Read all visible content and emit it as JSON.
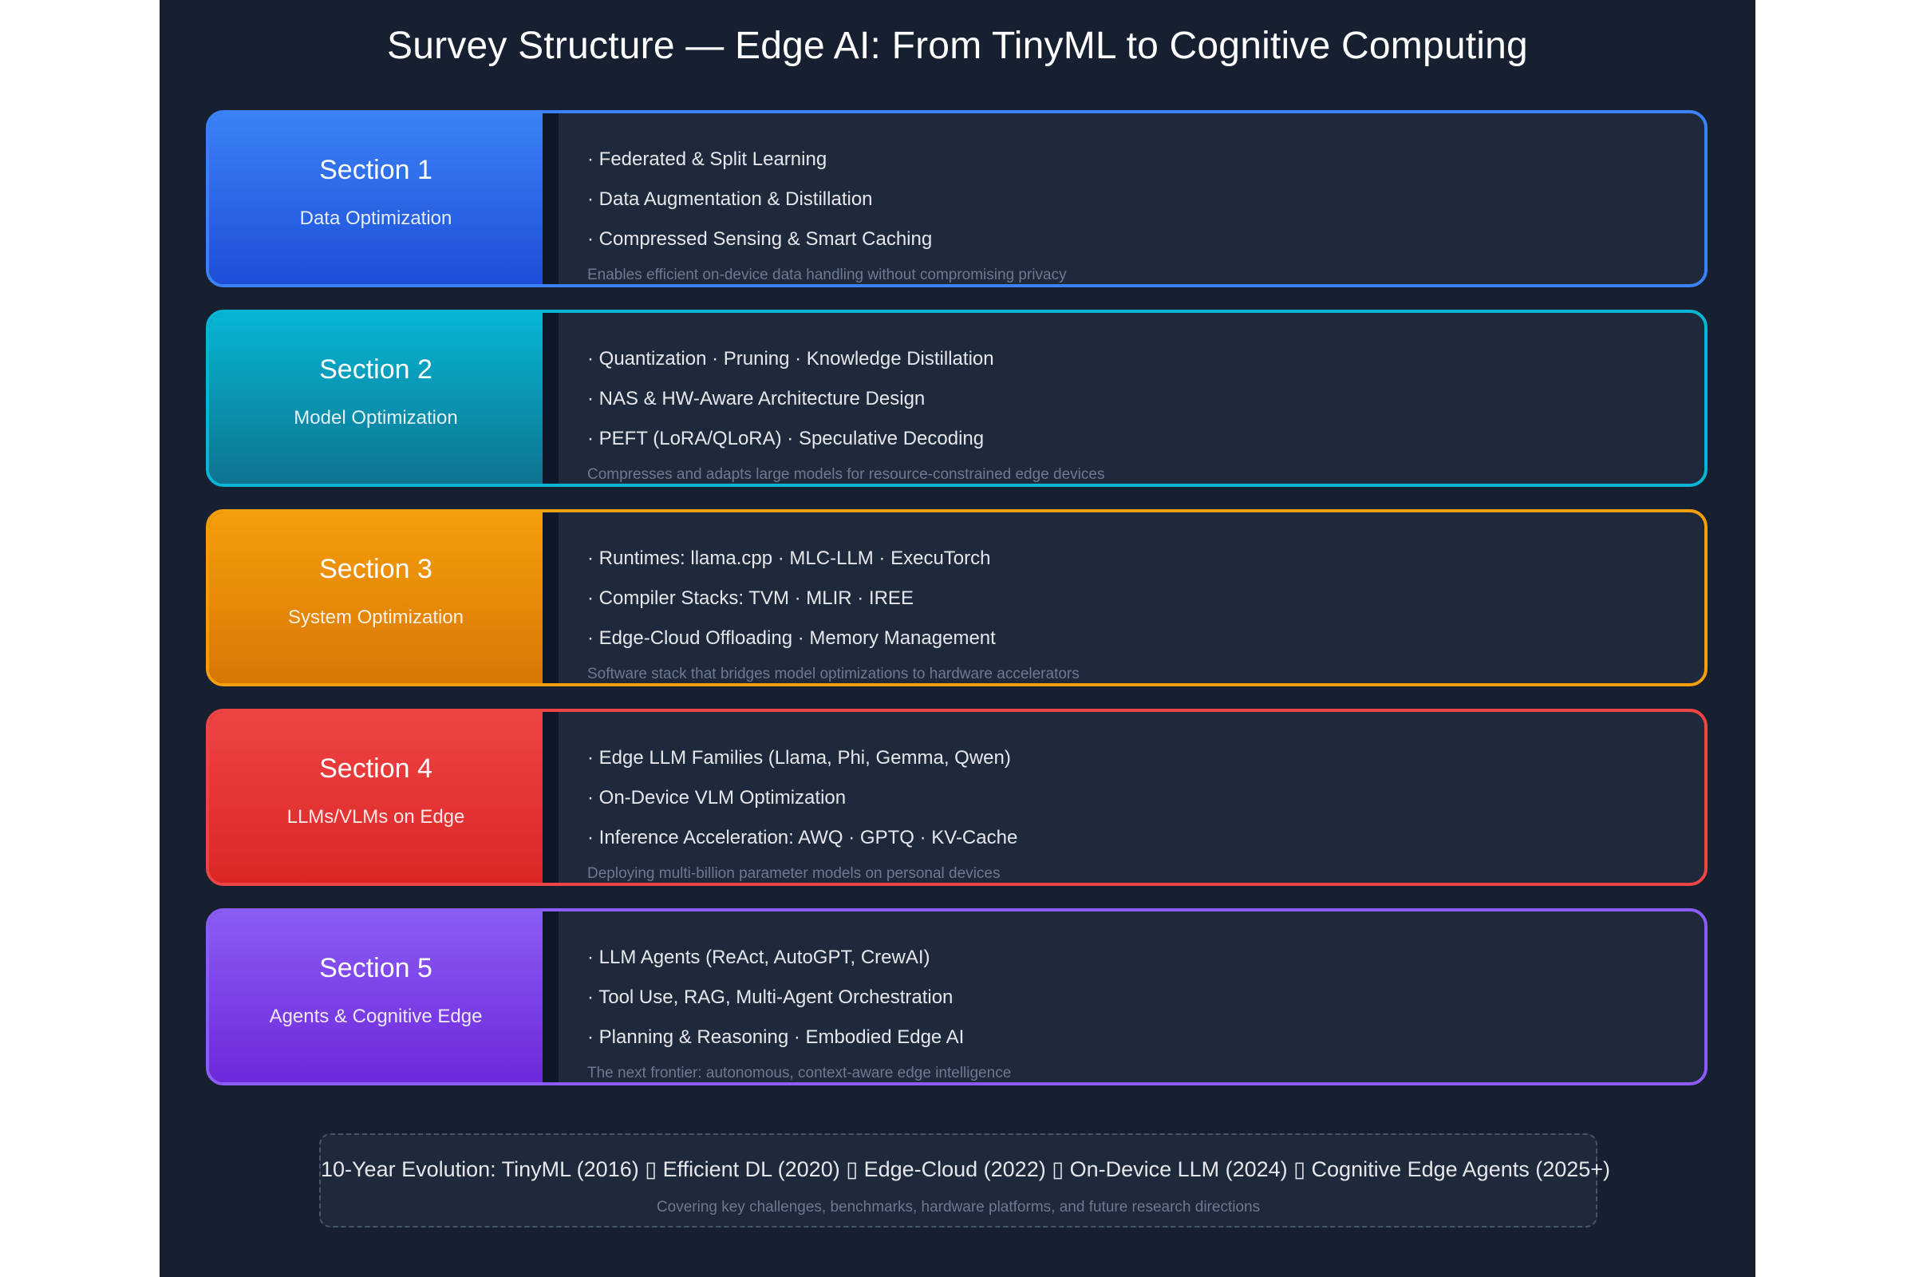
{
  "title": "Survey Structure — Edge AI: From TinyML to Cognitive Computing",
  "sections": [
    {
      "label": "Section 1",
      "subtitle": "Data Optimization",
      "accent": "#3b82f6",
      "gradient": [
        "#3b82f6",
        "#1d4ed8"
      ],
      "bullets": [
        "· Federated & Split Learning",
        "· Data Augmentation & Distillation",
        "· Compressed Sensing & Smart Caching"
      ],
      "note": "Enables efficient on-device data handling without compromising privacy"
    },
    {
      "label": "Section 2",
      "subtitle": "Model Optimization",
      "accent": "#06b6d4",
      "gradient": [
        "#06b6d4",
        "#0e7490"
      ],
      "bullets": [
        "· Quantization · Pruning · Knowledge Distillation",
        "· NAS & HW-Aware Architecture Design",
        "· PEFT (LoRA/QLoRA) · Speculative Decoding"
      ],
      "note": "Compresses and adapts large models for resource-constrained edge devices"
    },
    {
      "label": "Section 3",
      "subtitle": "System Optimization",
      "accent": "#f59e0b",
      "gradient": [
        "#f59e0b",
        "#d97706"
      ],
      "bullets": [
        "· Runtimes: llama.cpp · MLC-LLM · ExecuTorch",
        "· Compiler Stacks: TVM · MLIR · IREE",
        "· Edge-Cloud Offloading · Memory Management"
      ],
      "note": "Software stack that bridges model optimizations to hardware accelerators"
    },
    {
      "label": "Section 4",
      "subtitle": "LLMs/VLMs on Edge",
      "accent": "#ef4444",
      "gradient": [
        "#ef4444",
        "#dc2626"
      ],
      "bullets": [
        "· Edge LLM Families (Llama, Phi, Gemma, Qwen)",
        "· On-Device VLM Optimization",
        "· Inference Acceleration: AWQ · GPTQ · KV-Cache"
      ],
      "note": "Deploying multi-billion parameter models on personal devices"
    },
    {
      "label": "Section 5",
      "subtitle": "Agents & Cognitive Edge",
      "accent": "#8b5cf6",
      "gradient": [
        "#8b5cf6",
        "#6d28d9"
      ],
      "bullets": [
        "· LLM Agents (ReAct, AutoGPT, CrewAI)",
        "· Tool Use, RAG, Multi-Agent Orchestration",
        "· Planning & Reasoning · Embodied Edge AI"
      ],
      "note": "The next frontier: autonomous, context-aware edge intelligence"
    }
  ],
  "evolution": {
    "main": "10-Year Evolution: TinyML (2016) ▯ Efficient DL (2020) ▯ Edge-Cloud (2022) ▯ On-Device LLM (2024) ▯ Cognitive Edge Agents (2025+)",
    "sub": "Covering key challenges, benchmarks, hardware platforms, and future research directions"
  }
}
